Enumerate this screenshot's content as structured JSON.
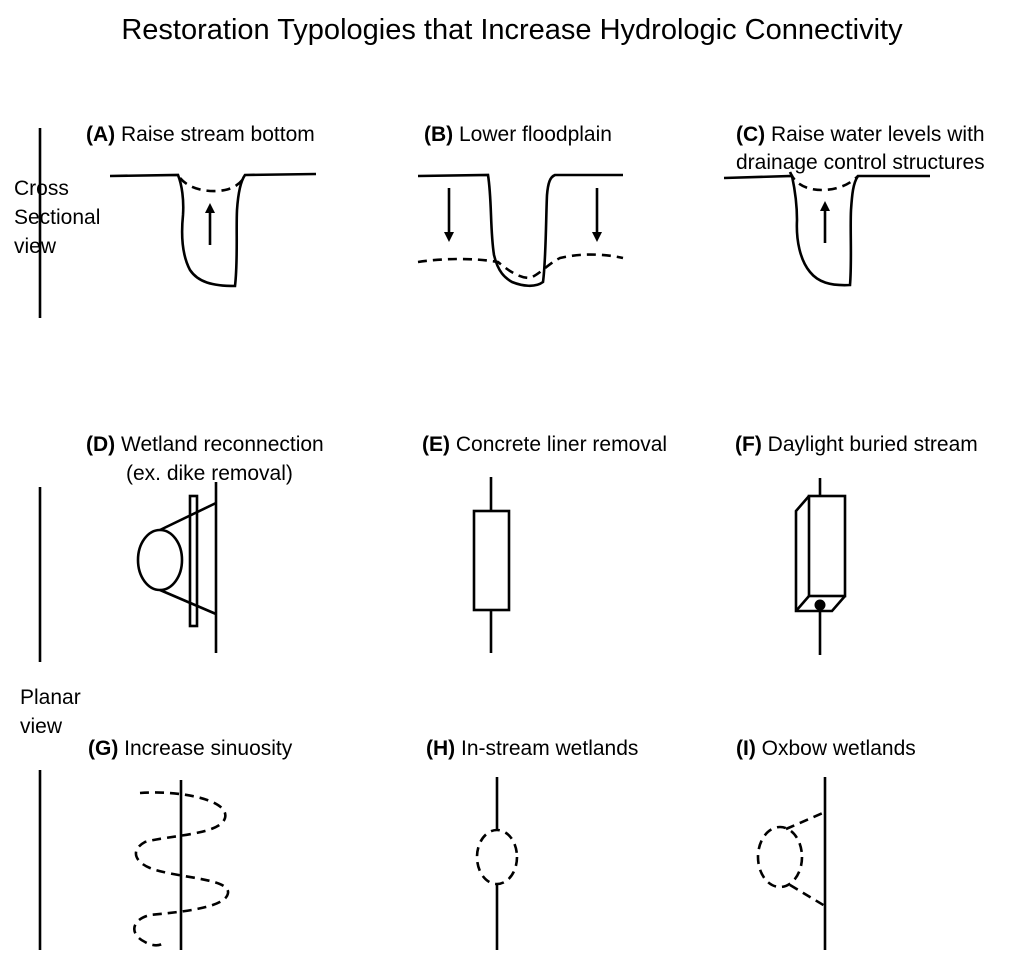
{
  "title": "Restoration Typologies that Increase Hydrologic Connectivity",
  "side_labels": {
    "cross_sectional": [
      "Cross",
      "Sectional",
      "view"
    ],
    "planar": [
      "Planar",
      "view"
    ]
  },
  "panels": [
    {
      "id": "A",
      "tag": "(A)",
      "text": "Raise stream bottom",
      "text2": ""
    },
    {
      "id": "B",
      "tag": "(B)",
      "text": "Lower floodplain",
      "text2": ""
    },
    {
      "id": "C",
      "tag": "(C)",
      "text": "Raise water levels with",
      "text2": "drainage control structures"
    },
    {
      "id": "D",
      "tag": "(D)",
      "text": "Wetland reconnection",
      "text2": "(ex. dike removal)"
    },
    {
      "id": "E",
      "tag": "(E)",
      "text": "Concrete liner removal",
      "text2": ""
    },
    {
      "id": "F",
      "tag": "(F)",
      "text": "Daylight buried stream",
      "text2": ""
    },
    {
      "id": "G",
      "tag": "(G)",
      "text": "Increase sinuosity",
      "text2": ""
    },
    {
      "id": "H",
      "tag": "(H)",
      "text": "In-stream wetlands",
      "text2": ""
    },
    {
      "id": "I",
      "tag": "(I)",
      "text": "Oxbow wetlands",
      "text2": ""
    }
  ]
}
